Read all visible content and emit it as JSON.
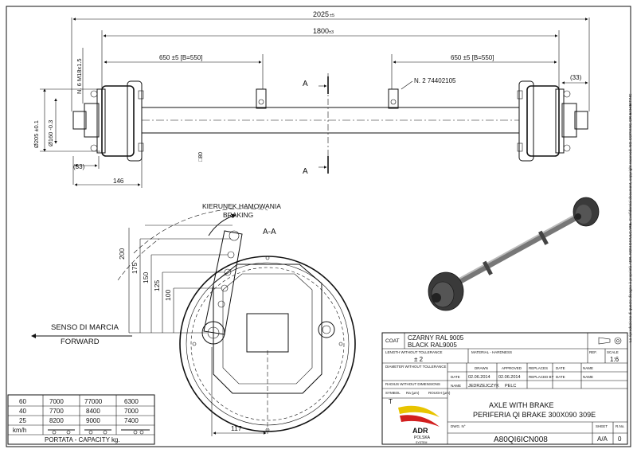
{
  "dims": {
    "overall": "2025",
    "overall_tol": "±5",
    "track": "1800",
    "track_tol": "±3",
    "left_half": "650 ±5 [B=550]",
    "right_half": "650 ±5 [B=550]",
    "right_offset": "(33)",
    "left_offset": "(33)",
    "hub_width": "146",
    "pcd_outer": "Ø205 ±0.1",
    "pcd_inner": "Ø160 -0.3",
    "studs": "N. 6 M18x1.5",
    "square_beam": "□80",
    "bracket_note": "N. 2 74402105",
    "bottom_dim": "117"
  },
  "section": {
    "marker": "A",
    "label": "A-A"
  },
  "lever": {
    "title_pl": "KIERUNEK HAMOWANIA",
    "title_en": "BRAKING",
    "holes": [
      "200",
      "175",
      "150",
      "125",
      "100"
    ]
  },
  "direction": {
    "it": "SENSO DI MARCIA",
    "en": "FORWARD"
  },
  "side_note": "La riproduzione di questo disegno è proprietà ADR. NON DIVULGARE. Confidential document, copyright reserved. NO COPYING OR EXHIBITING",
  "capacity": {
    "rows": [
      {
        "kmh": "60",
        "c1": "7000",
        "c2": "77000",
        "c3": "6300"
      },
      {
        "kmh": "40",
        "c1": "7700",
        "c2": "8400",
        "c3": "7000"
      },
      {
        "kmh": "25",
        "c1": "8200",
        "c2": "9000",
        "c3": "7400"
      }
    ],
    "unit_label": "km/h",
    "footer": "PORTATA - CAPACITY kg."
  },
  "title_block": {
    "coat_label": "COAT",
    "coat_value_1": "CZARNY RAL 9005",
    "coat_value_2": "BLACK RAL9005",
    "length_tol_label": "LENGTH WITHOUT TOLLERANCE",
    "length_tol_value": "± 2",
    "material_label": "MATERIAL - HARDNESS",
    "ref_label": "REF.",
    "scale_label": "SCALE",
    "scale_value": "1:6",
    "diameter_tol_label": "DIAMETER WITHOUT TOLLERANCE",
    "drawn_label": "DRAWN",
    "approved_label": "APPROVED",
    "replaces_label": "REPLACES",
    "date_label_1": "DATE",
    "name_label_1": "NAME",
    "radius_tol_label": "RADIUS WITHOUT DIMENSIONS",
    "date_label": "DATE",
    "date_drawn": "02.06.2014",
    "date_approved": "02.06.2014",
    "replaced_label": "REPLACED BY",
    "date_label_2": "DATE",
    "name_label_2": "NAME",
    "name_label": "NAME",
    "name_drawn": "JEDRZEJCZYK",
    "name_approved": "PELC",
    "symbol_label": "SYMBOL",
    "symbol_value": "T",
    "ra_label": "Ra (µm)",
    "roughness_label": "ROUGH (µm)",
    "desc_1": "AXLE WITH BRAKE",
    "desc_2": "PERIFERIA QI BRAKE 300X090 309E",
    "dwg_label": "DWG. N°",
    "dwg_value": "A80QI6ICN008",
    "sheet_label": "SHEET",
    "sheet_value": "A/A",
    "rev_label": "R.No.",
    "rev_value": "0"
  },
  "logo": {
    "brand": "ADR",
    "sub": "POLSKA",
    "tag": "SYSTEM"
  }
}
